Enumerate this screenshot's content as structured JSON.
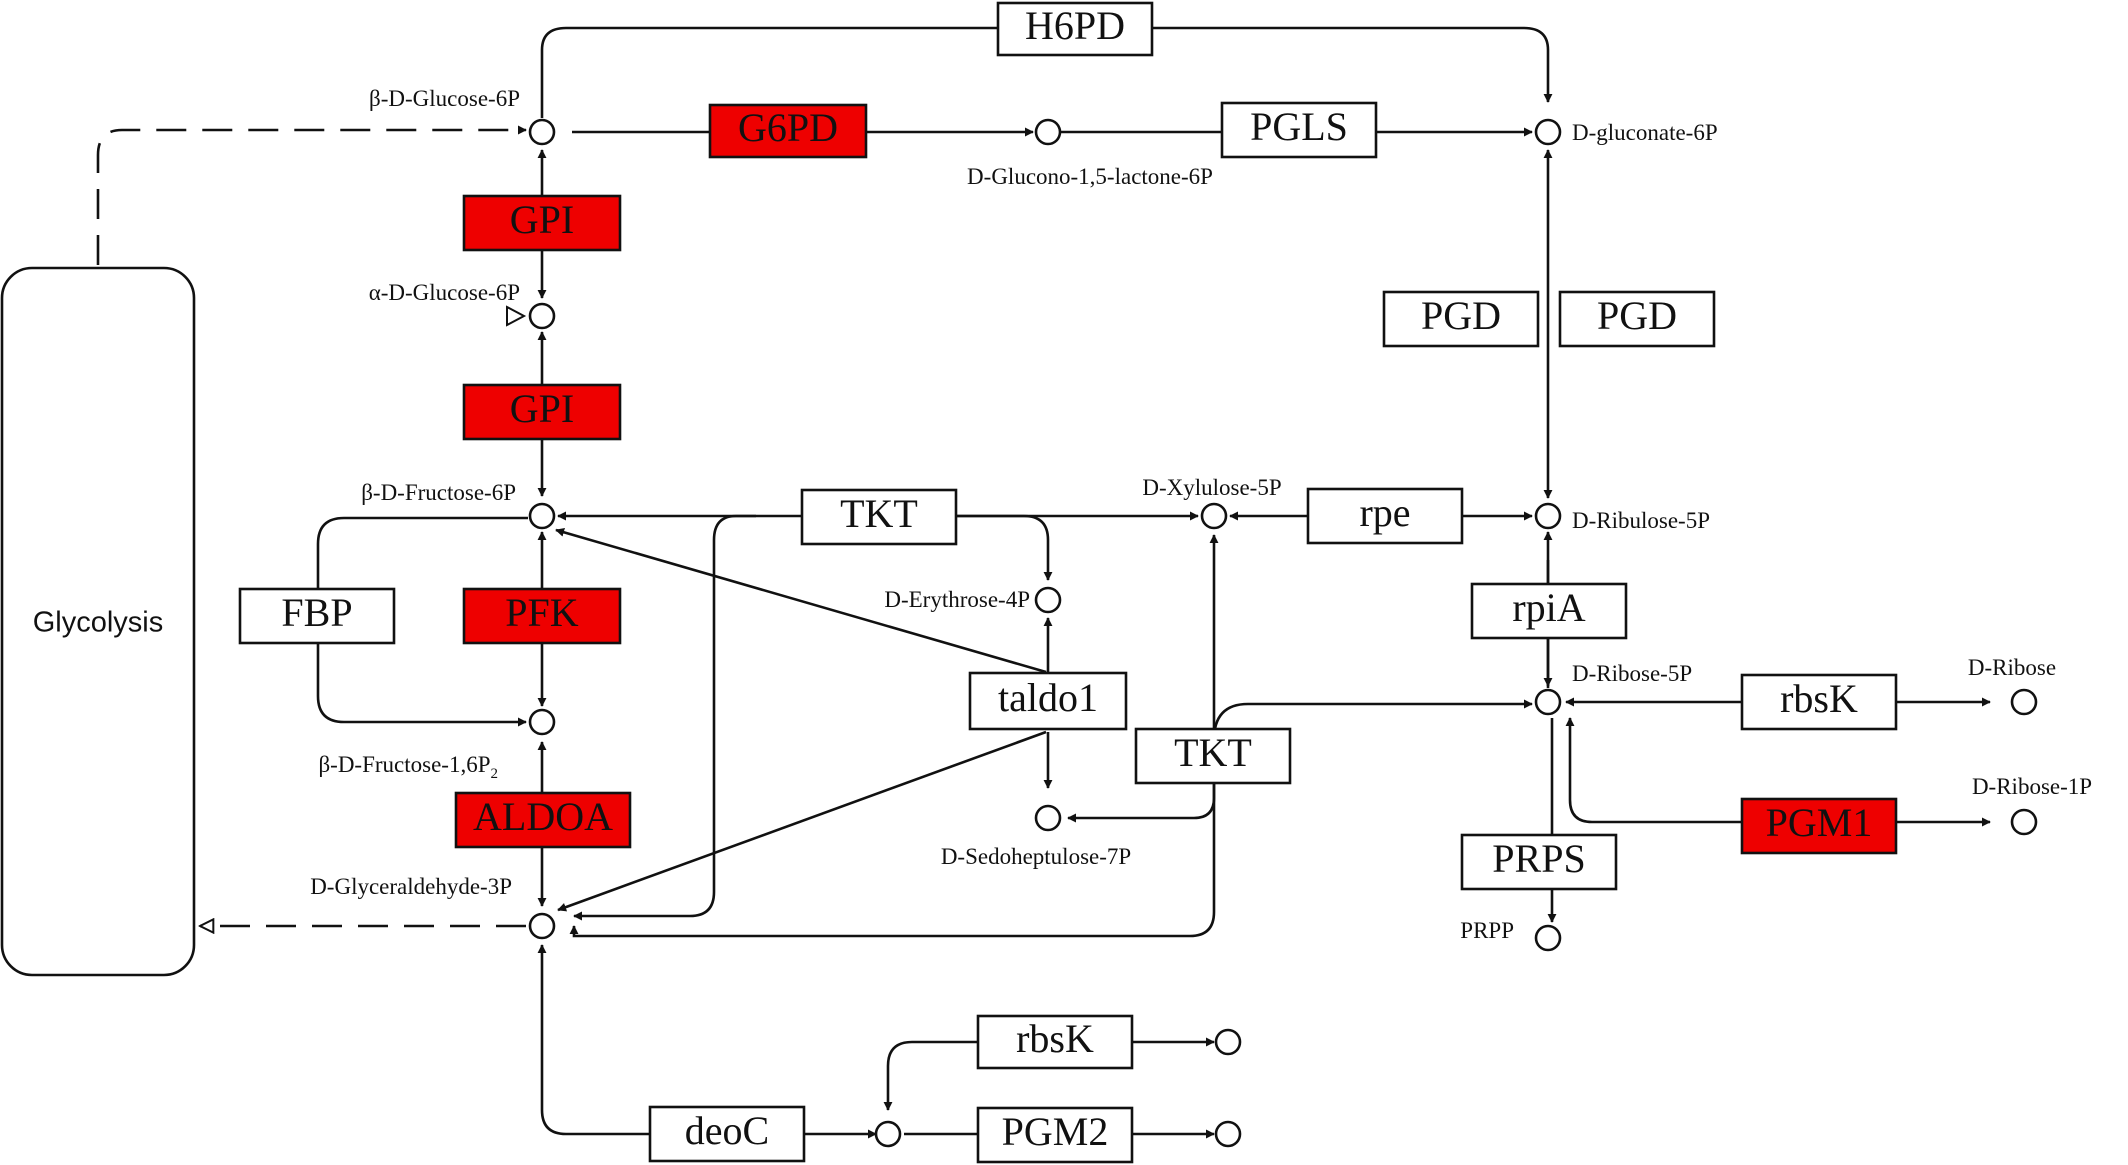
{
  "colors": {
    "highlight": "#ee0000",
    "line": "#111111",
    "box_border": "#111111",
    "background": "#ffffff"
  },
  "glycolysis": {
    "label": "Glycolysis"
  },
  "enzymes": {
    "h6pd": "H6PD",
    "g6pd": "G6PD",
    "pgls": "PGLS",
    "gpi_1": "GPI",
    "gpi_2": "GPI",
    "pgd_1": "PGD",
    "pgd_2": "PGD",
    "tkt_1": "TKT",
    "tkt_2": "TKT",
    "rpe": "rpe",
    "fbp": "FBP",
    "pfk": "PFK",
    "rpia": "rpiA",
    "taldo1": "taldo1",
    "rbsk_1": "rbsK",
    "rbsk_2": "rbsK",
    "aldoa": "ALDOA",
    "pgm1": "PGM1",
    "prps": "PRPS",
    "deoc": "deoC",
    "pgm2": "PGM2"
  },
  "highlighted_enzymes": [
    "G6PD",
    "GPI",
    "PFK",
    "ALDOA",
    "PGM1"
  ],
  "metabolites": {
    "b_d_glucose_6p": "β-D-Glucose-6P",
    "d_glucono_lactone_6p": "D-Glucono-1,5-lactone-6P",
    "d_gluconate_6p": "D-gluconate-6P",
    "a_d_glucose_6p": "α-D-Glucose-6P",
    "b_d_fructose_6p": "β-D-Fructose-6P",
    "d_xylulose_5p": "D-Xylulose-5P",
    "d_ribulose_5p": "D-Ribulose-5P",
    "d_erythrose_4p": "D-Erythrose-4P",
    "d_ribose_5p": "D-Ribose-5P",
    "d_ribose": "D-Ribose",
    "b_d_fructose_16p2": "β-D-Fructose-1,6P",
    "b_d_fructose_16p2_sub": "2",
    "d_ribose_1p": "D-Ribose-1P",
    "d_sedoheptulose_7p": "D-Sedoheptulose-7P",
    "d_glyceraldehyde_3p": "D-Glyceraldehyde-3P",
    "prpp": "PRPP"
  }
}
